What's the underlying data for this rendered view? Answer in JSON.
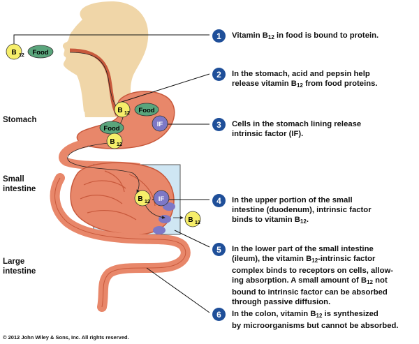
{
  "labels": {
    "stomach": "Stomach",
    "small_intestine": [
      "Small",
      "intestine"
    ],
    "large_intestine": [
      "Large",
      "intestine"
    ]
  },
  "badges": {
    "b12_base": "B",
    "b12_sub": "12",
    "food": "Food",
    "if": "IF"
  },
  "steps": [
    {
      "number": "1",
      "lines": [
        [
          "Vitamin B",
          {
            "sub": "12"
          },
          " in food is bound to protein."
        ]
      ]
    },
    {
      "number": "2",
      "lines": [
        [
          "In the stomach, acid and pepsin help"
        ],
        [
          "release vitamin B",
          {
            "sub": "12"
          },
          " from food proteins."
        ]
      ]
    },
    {
      "number": "3",
      "lines": [
        [
          "Cells in the stomach lining release"
        ],
        [
          "intrinsic factor (IF)."
        ]
      ]
    },
    {
      "number": "4",
      "lines": [
        [
          "In the upper portion of the small"
        ],
        [
          "intestine (duodenum), intrinsic factor"
        ],
        [
          "binds to vitamin B",
          {
            "sub": "12"
          },
          "."
        ]
      ]
    },
    {
      "number": "5",
      "lines": [
        [
          "In the lower part of the small intestine"
        ],
        [
          "(ileum), the vitamin B",
          {
            "sub": "12"
          },
          "-intrinsic factor"
        ],
        [
          "complex binds to receptors on cells, allow-"
        ],
        [
          "ing absorption. A small amount of B",
          {
            "sub": "12"
          },
          " not"
        ],
        [
          "bound to intrinsic factor can be absorbed"
        ],
        [
          "through  passive diffusion."
        ]
      ]
    },
    {
      "number": "6",
      "lines": [
        [
          "In the colon, vitamin B",
          {
            "sub": "12"
          },
          " is synthesized"
        ],
        [
          "by microorganisms but cannot be absorbed."
        ]
      ]
    }
  ],
  "copyright": "© 2012 John Wiley & Sons, Inc. All rights reserved.",
  "colors": {
    "skin": "#f0d6a8",
    "organ": "#e8876a",
    "organ_dark": "#c8593c",
    "b12": "#f6ee6a",
    "food": "#5aa57c",
    "if": "#7d78c6",
    "highlight_box": "#cfe6f3",
    "number_circle": "#1f4f99"
  }
}
